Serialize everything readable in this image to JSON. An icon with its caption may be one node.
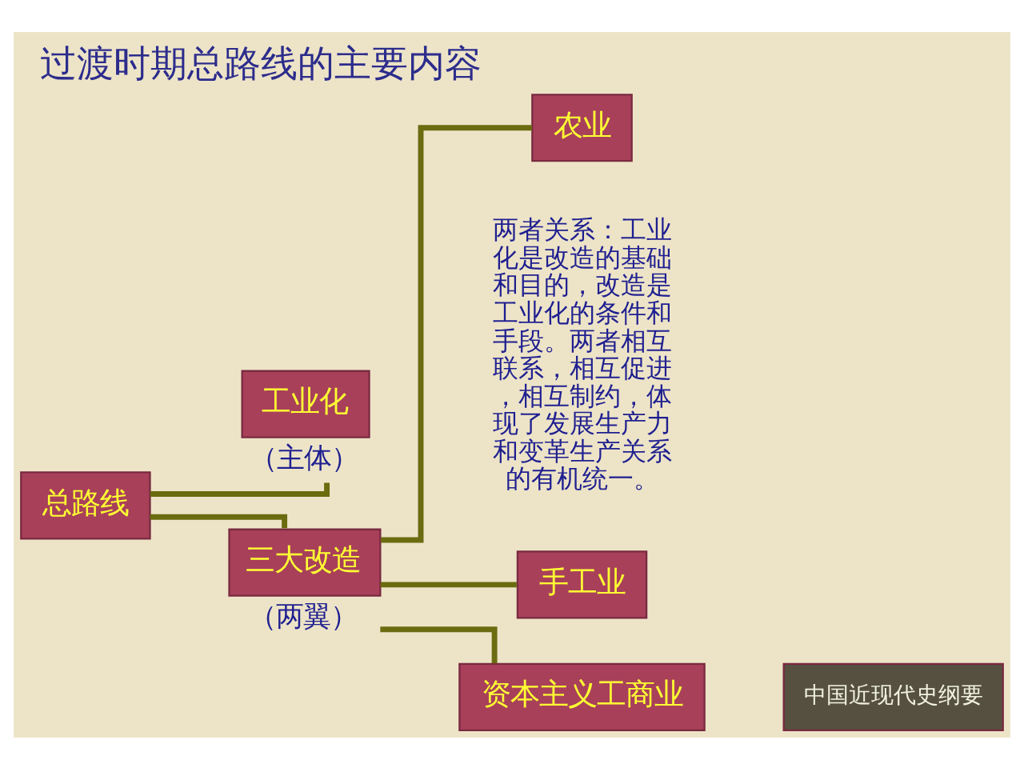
{
  "diagram": {
    "title": "过渡时期总路线的主要内容",
    "nodes": [
      {
        "text": [
          "总路线"
        ]
      },
      {
        "text": [
          "工业化"
        ],
        "beside": [
          "（主体）"
        ]
      },
      {
        "text": [
          "三大改造"
        ],
        "beside": [
          "（两翼）"
        ]
      },
      {
        "text": [
          "农业"
        ]
      },
      {
        "text": [
          "手工业"
        ]
      },
      {
        "text": [
          "资本主义工商业"
        ]
      }
    ],
    "edges": [
      {
        "from": 0,
        "to": 1,
        "arrow": "none"
      },
      {
        "from": 0,
        "to": 2,
        "arrow": "none"
      },
      {
        "from": 2,
        "to": 3,
        "arrow": "none"
      },
      {
        "from": 2,
        "to": 4,
        "arrow": "none"
      },
      {
        "from": 2,
        "to": 5,
        "arrow": "none"
      }
    ],
    "labels": [
      "两者关系：工业化是改造的基础和目的，改造是工业化的条件和手段。两者相互联系，相互促进，相互制约，体现了发展生产力和变革生产关系的有机统一。",
      "中国近现代史纲要"
    ]
  }
}
